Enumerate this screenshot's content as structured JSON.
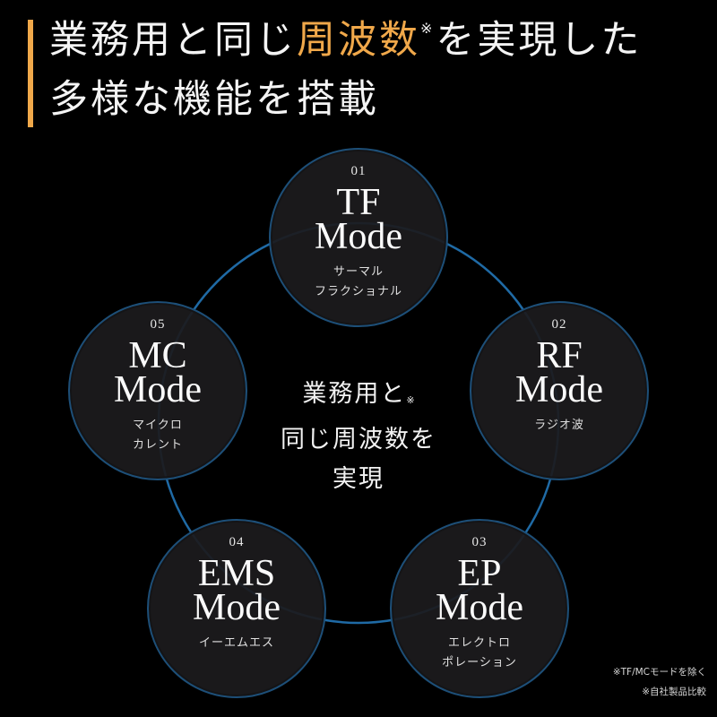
{
  "header": {
    "accent_color": "#f0a84a",
    "line1_pre": "業務用と同じ",
    "line1_highlight": "周波数",
    "line1_mark": "※",
    "line1_post": "を実現した",
    "line2": "多様な機能を搭載"
  },
  "center": {
    "line1": "業務用と",
    "mark": "※",
    "line2": "同じ周波数を",
    "line3": "実現"
  },
  "modes": [
    {
      "num": "01",
      "name1": "TF",
      "name2": "Mode",
      "desc1": "サーマル",
      "desc2": "フラクショナル"
    },
    {
      "num": "02",
      "name1": "RF",
      "name2": "Mode",
      "desc1": "ラジオ波",
      "desc2": ""
    },
    {
      "num": "03",
      "name1": "EP",
      "name2": "Mode",
      "desc1": "エレクトロ",
      "desc2": "ポレーション"
    },
    {
      "num": "04",
      "name1": "EMS",
      "name2": "Mode",
      "desc1": "イーエムエス",
      "desc2": ""
    },
    {
      "num": "05",
      "name1": "MC",
      "name2": "Mode",
      "desc1": "マイクロ",
      "desc2": "カレント"
    }
  ],
  "notes": [
    "※TF/MCモードを除く",
    "※自社製品比較"
  ],
  "colors": {
    "ring": "#1f6aa5",
    "circle_fill": "#1c1b1d",
    "background": "#000000"
  }
}
